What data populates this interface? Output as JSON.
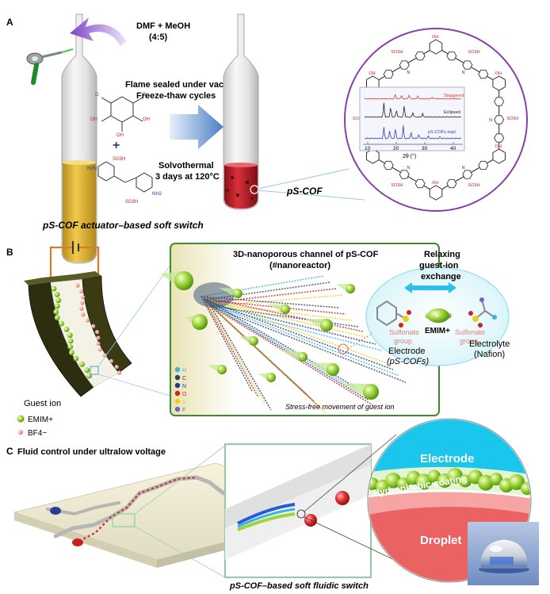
{
  "panel_a": {
    "label": "A",
    "solvent": "DMF + MeOH",
    "ratio": "(4:5)",
    "process_line1": "Flame sealed under vacuum",
    "process_line2": "Freeze-thaw cycles",
    "solvothermal": "Solvothermal",
    "conditions": "3 days at 120°C",
    "plus_sign": "+",
    "product_label": "pS-COF",
    "struct_groups": {
      "oh": "OH",
      "so3h": "SO3H",
      "n": "N",
      "nh2": "NH2",
      "h2n": "H2N",
      "o": "O"
    },
    "xrd": {
      "staggered": "Staggered",
      "eclipsed": "Eclipsed",
      "expt": "pS-COFs expt.",
      "axis_label": "2θ (°)",
      "ticks": [
        "10",
        "20",
        "30",
        "40"
      ],
      "colors": {
        "staggered": "#d83a3a",
        "eclipsed": "#222222",
        "expt": "#2f3fb0"
      }
    }
  },
  "panel_b": {
    "label": "B",
    "title": "pS-COF actuator–based soft switch",
    "channel_title_line1": "3D-nanoporous channel of pS-COF",
    "channel_title_line2": "(#nanoreactor)",
    "relaxing_line1": "Relaxing",
    "relaxing_line2": "guest-ion",
    "relaxing_line3": "exchange",
    "emim_center": "EMIM+",
    "sulfonate_left": [
      "Sulfonate",
      "group"
    ],
    "sulfonate_right": [
      "Sulfonate",
      "group"
    ],
    "electrode_line1": "Electrode",
    "electrode_line2": "(pS-COFs)",
    "electrolyte_line1": "Electrolyte",
    "electrolyte_line2": "(Nafion)",
    "stress_free": "Stress-free movement of guest ion",
    "guest_ion_title": "Guest ion",
    "guest_ions": [
      "EMIM+",
      "BF4−"
    ],
    "atom_legend": [
      {
        "symbol": "H",
        "color": "#36b6d8"
      },
      {
        "symbol": "C",
        "color": "#33405a"
      },
      {
        "symbol": "N",
        "color": "#1f3a8a"
      },
      {
        "symbol": "O",
        "color": "#d42020"
      },
      {
        "symbol": "S",
        "color": "#e8d020"
      },
      {
        "symbol": "F",
        "color": "#7a5cc8"
      }
    ]
  },
  "panel_c": {
    "label": "C",
    "title": "Fluid control under ultralow voltage",
    "electrode": "Electrode",
    "coating": "Hydrophobic coating",
    "droplet": "Droplet",
    "caption": "pS-COF–based soft fluidic switch"
  }
}
